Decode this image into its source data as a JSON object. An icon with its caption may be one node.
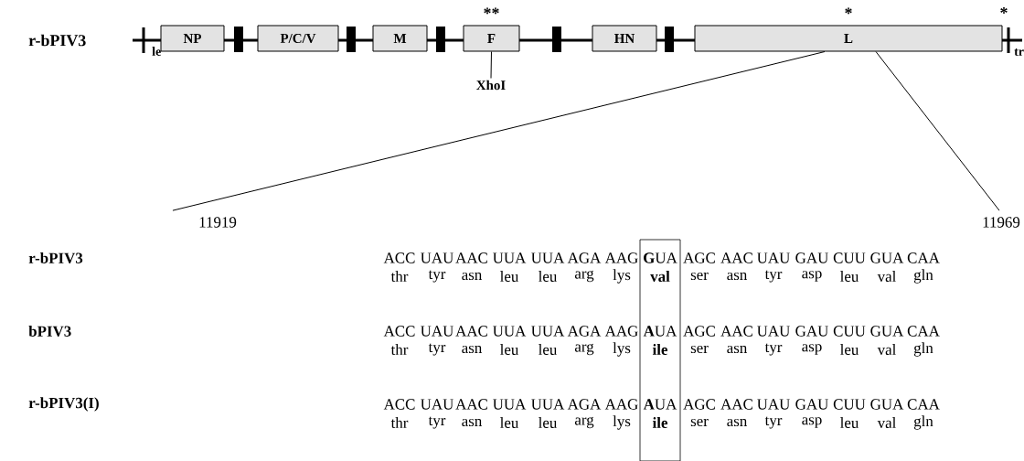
{
  "diagram": {
    "nodes": [
      {
        "text": [
          "NP"
        ]
      },
      {
        "text": [
          "P/C/V"
        ]
      },
      {
        "text": [
          "M"
        ]
      },
      {
        "text": [
          "F"
        ],
        "beside": [
          "**"
        ]
      },
      {
        "text": [
          "HN"
        ]
      },
      {
        "text": [
          "L"
        ],
        "beside": [
          "*"
        ]
      },
      {
        "text": [
          "XhoI"
        ]
      },
      {
        "text": [
          "11919"
        ]
      },
      {
        "text": [
          "11969"
        ]
      },
      {
        "text": [],
        "shape": "box"
      }
    ],
    "edges": [
      {
        "from": 6,
        "to": 3,
        "arrow": "none"
      },
      {
        "from": 5,
        "to": 7,
        "arrow": "none"
      },
      {
        "from": 5,
        "to": 8,
        "arrow": "none"
      }
    ],
    "labels": [
      "r-bPIV3",
      "le",
      "tr",
      "*",
      "r-bPIV3",
      "ACC",
      "UAU",
      "AAC",
      "UUA",
      "UUA",
      "AGA",
      "AAG",
      "**G**UA",
      "AGC",
      "AAC",
      "UAU",
      "GAU",
      "CUU",
      "GUA",
      "CAA",
      "thr",
      "tyr",
      "asn",
      "leu",
      "leu",
      "arg",
      "lys",
      "val",
      "ser",
      "asn",
      "tyr",
      "asp",
      "leu",
      "val",
      "gln",
      "bPIV3",
      "ACC",
      "UAU",
      "AAC",
      "UUA",
      "UUA",
      "AGA",
      "AAG",
      "**A**UA",
      "AGC",
      "AAC",
      "UAU",
      "GAU",
      "CUU",
      "GUA",
      "CAA",
      "thr",
      "tyr",
      "asn",
      "leu",
      "leu",
      "arg",
      "lys",
      "ile",
      "ser",
      "asn",
      "tyr",
      "asp",
      "leu",
      "val",
      "gln",
      "r-bPIV3(I)",
      "ACC",
      "UAU",
      "AAC",
      "UUA",
      "UUA",
      "AGA",
      "AAG",
      "**A**UA",
      "AGC",
      "AAC",
      "UAU",
      "GAU",
      "CUU",
      "GUA",
      "CAA",
      "thr",
      "tyr",
      "asn",
      "leu",
      "leu",
      "arg",
      "lys",
      "ile",
      "ser",
      "asn",
      "tyr",
      "asp",
      "leu",
      "val",
      "gln"
    ]
  }
}
